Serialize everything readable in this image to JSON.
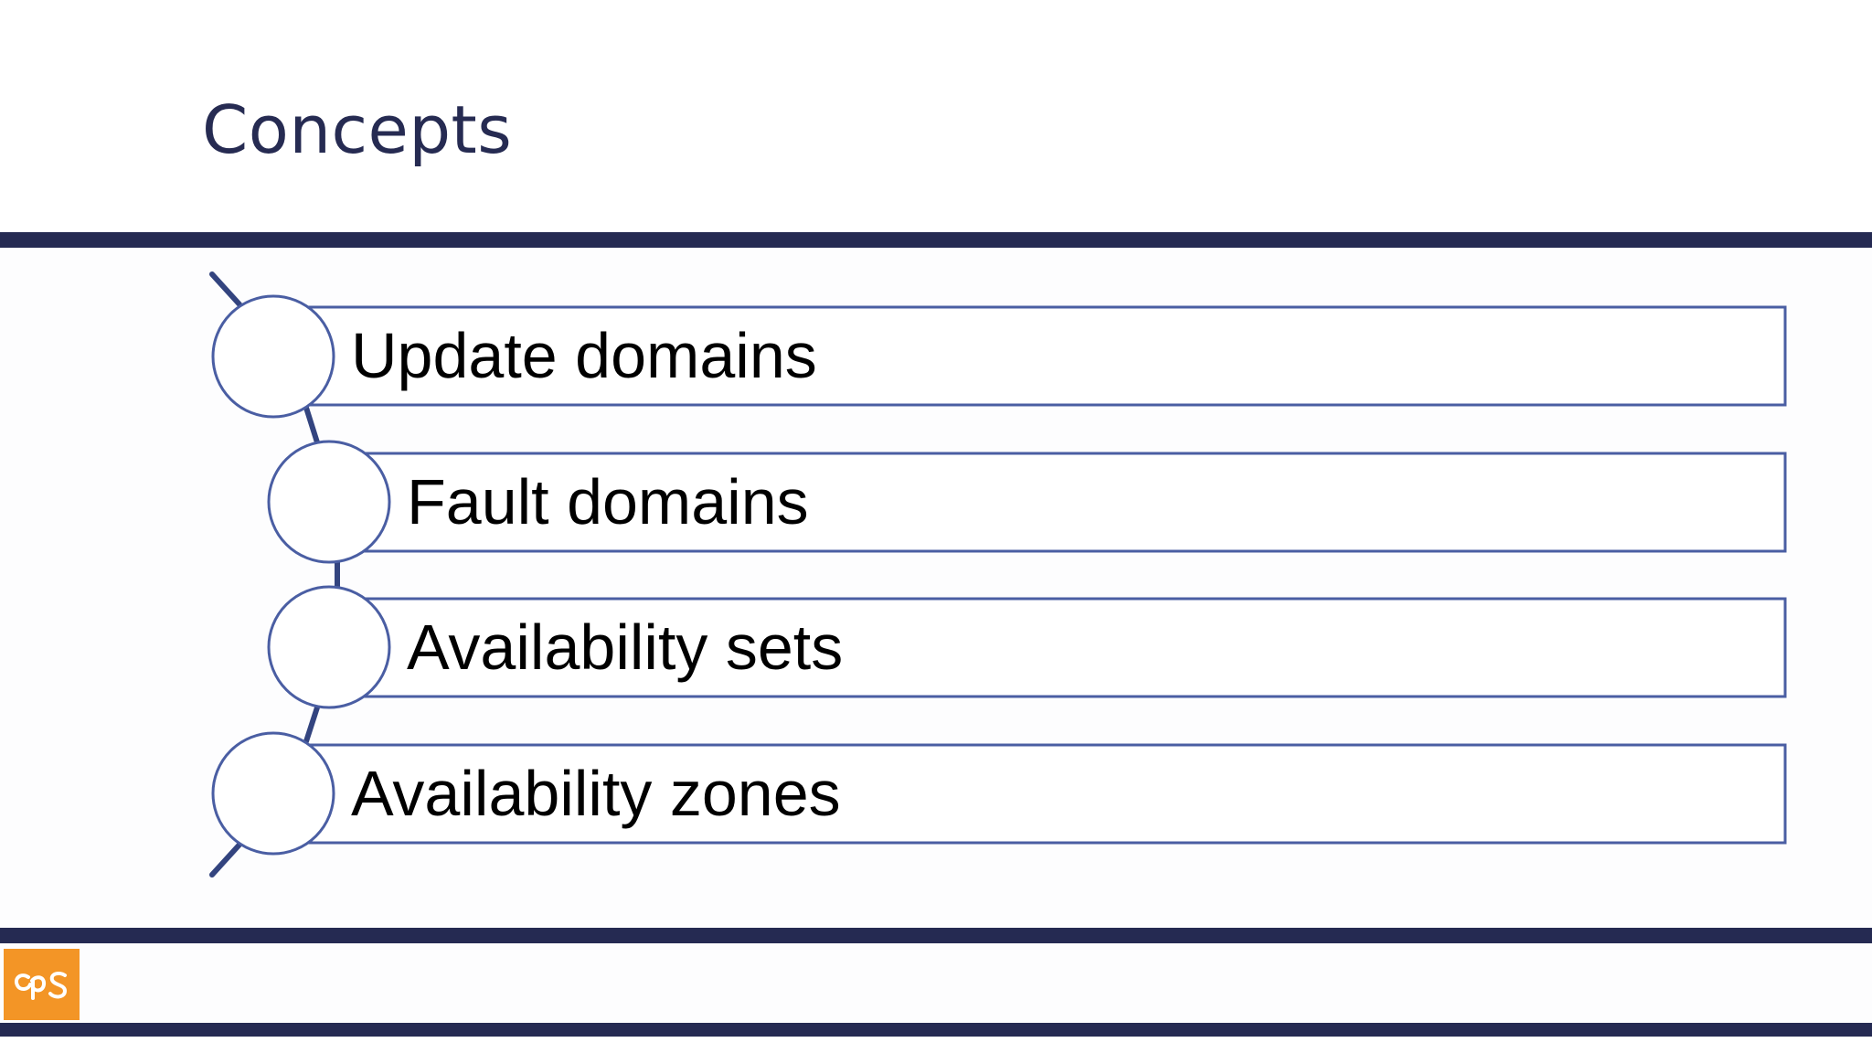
{
  "slide": {
    "title": "Concepts",
    "items": [
      {
        "label": "Update domains"
      },
      {
        "label": "Fault domains"
      },
      {
        "label": "Availability sets"
      },
      {
        "label": "Availability zones"
      }
    ]
  },
  "logo": {
    "text": "CPS",
    "icon": "cps-logo-icon",
    "color": "#f39526"
  },
  "colors": {
    "band": "#252a52",
    "title": "#262b52",
    "diagram_stroke": "#4a5ea3",
    "connector": "#33447f"
  }
}
